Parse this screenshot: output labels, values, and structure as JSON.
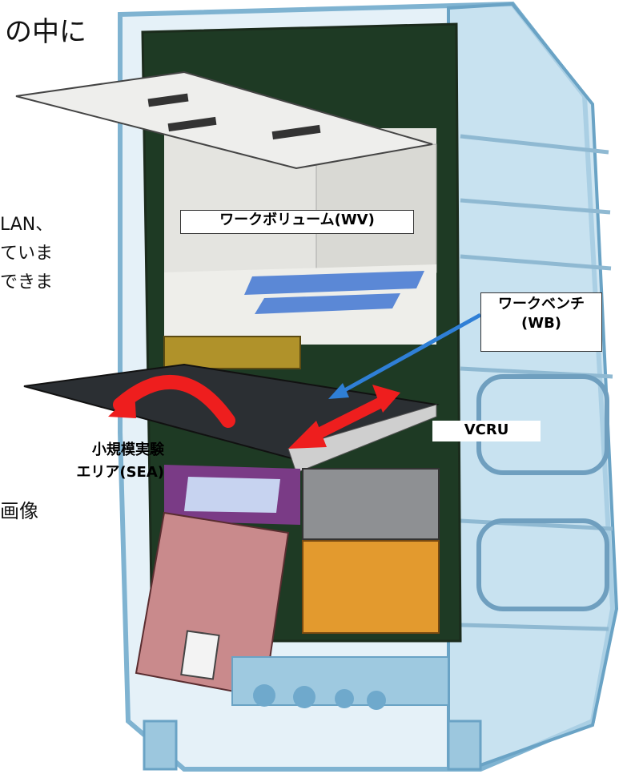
{
  "background_text": {
    "line1": "の中に",
    "line2": "LAN、",
    "line3": "ていま",
    "line4": "できま",
    "line5": "画像"
  },
  "labels": {
    "work_volume": "ワークボリューム(WV)",
    "work_bench_line1": "ワークベンチ",
    "work_bench_line2": "(WB)",
    "vcru": "VCRU",
    "sea_line1": "小規模実験",
    "sea_line2": "エリア(SEA)"
  },
  "colors": {
    "rack_frame": "#7fb3d1",
    "rack_fill": "#cfe6f2",
    "dark_panel": "#1e3a24",
    "work_volume": "#e4e4e0",
    "blue_plate": "#5b88d6",
    "workbench_dark": "#2b2f33",
    "gold_panel": "#b0922a",
    "pink_door": "#c98a8c",
    "purple_frame": "#7a3b86",
    "orange_panel": "#e39a2e",
    "gray_panel": "#8e9093",
    "red_arrow": "#ee1e1e",
    "blue_arrow": "#2f7fd6"
  },
  "icons": {
    "rotate_arrow": "curved-rotation-arrow-icon",
    "slide_arrow": "double-headed-slide-arrow-icon",
    "pointer_arrow": "pointer-arrow-icon"
  }
}
